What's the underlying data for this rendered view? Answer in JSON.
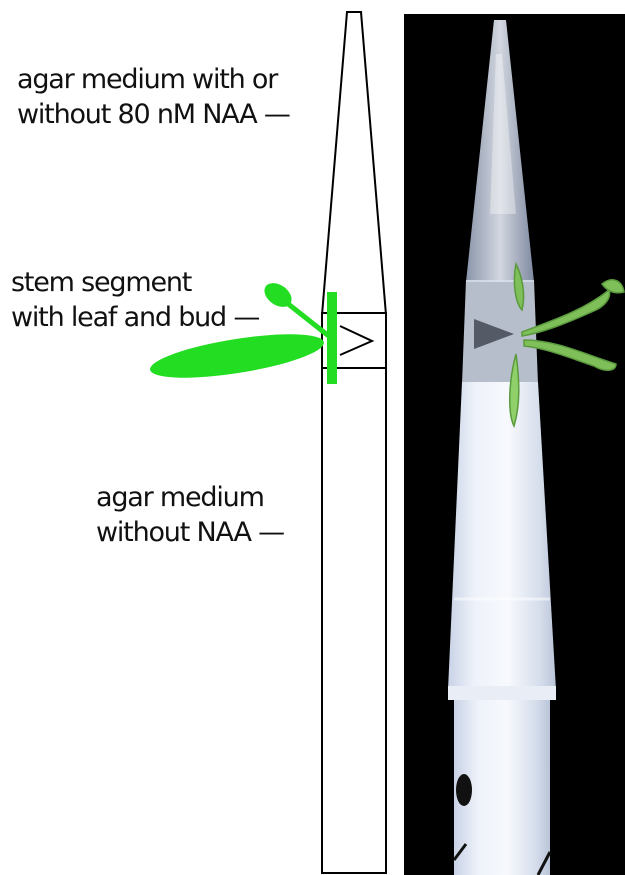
{
  "labels": {
    "top": {
      "line1": "agar medium with or",
      "line2": "without 80 nM NAA —"
    },
    "stem": {
      "line1": "stem segment",
      "line2": "with leaf and bud —"
    },
    "bottom": {
      "line1": "agar medium",
      "line2": "without NAA —"
    }
  },
  "colors": {
    "plant_green": "#22dd22",
    "photo_background": "#000000",
    "outline": "#000000"
  }
}
